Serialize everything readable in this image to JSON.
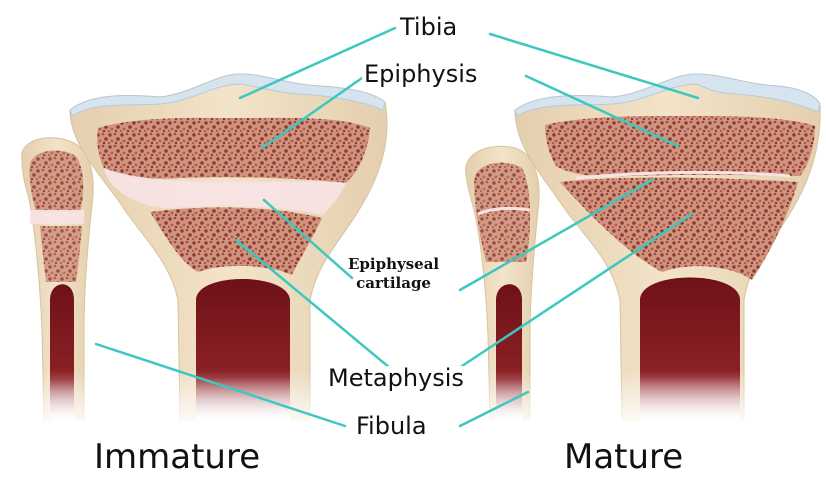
{
  "labels": {
    "tibia": "Tibia",
    "epiphysis": "Epiphysis",
    "epiphyseal_line1": "Epiphyseal",
    "epiphyseal_line2": "cartilage",
    "metaphysis": "Metaphysis",
    "fibula": "Fibula"
  },
  "titles": {
    "immature": "Immature",
    "mature": "Mature"
  },
  "colors": {
    "cortical_bone": "#efdcc0",
    "spongy_bone": "#b8705f",
    "marrow": "#7c1a1f",
    "cartilage": "#f7e6e6",
    "leader_line": "#3cc8bf",
    "articular_cap": "#d6e4f0"
  }
}
